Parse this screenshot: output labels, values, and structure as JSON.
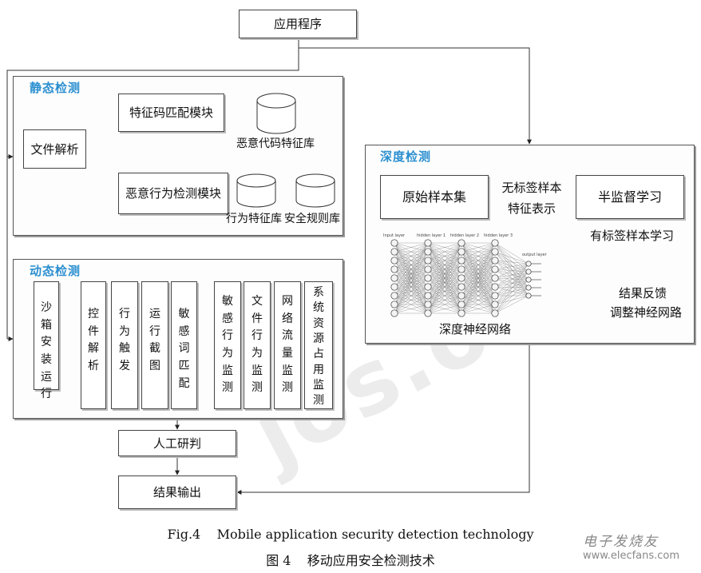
{
  "app_box": "应用程序",
  "static": {
    "title": "静态检测",
    "file_parse": "文件解析",
    "sig_match": "特征码匹配模块",
    "behavior_detect": "恶意行为检测模块",
    "malware_db": "恶意代码特征库",
    "behavior_db": "行为特征库",
    "rule_db": "安全规则库"
  },
  "dynamic": {
    "title": "动态检测",
    "sandbox": "沙箱安装运行",
    "steps": [
      "控件解析",
      "行为触发",
      "运行截图",
      "敏感词匹配"
    ],
    "monitors": [
      "敏感行为监测",
      "文件行为监测",
      "网络流量监测",
      "系统资源占用监测"
    ]
  },
  "deep": {
    "title": "深度检测",
    "raw_samples": "原始样本集",
    "unlabeled_line1": "无标签样本",
    "unlabeled_line2": "特征表示",
    "semi_supervised": "半监督学习",
    "labeled_learning": "有标签样本学习",
    "feedback_line1": "结果反馈",
    "feedback_line2": "调整神经网路",
    "dnn_label": "深度神经网络",
    "nn_layer_labels": [
      "Input layer",
      "hidden layer 1",
      "hidden layer 2",
      "hidden layer 3",
      "output layer"
    ]
  },
  "manual_review": "人工研判",
  "result_output": "结果输出",
  "caption_en": "Fig.4    Mobile application security detection technology",
  "caption_cn": "图 4    移动应用安全检测技术",
  "watermark": "jos.org",
  "logo": {
    "title": "电子发烧友",
    "url": "www.elecfans.com"
  },
  "colors": {
    "panel_title": "#2b8fd0",
    "border": "#444444"
  }
}
